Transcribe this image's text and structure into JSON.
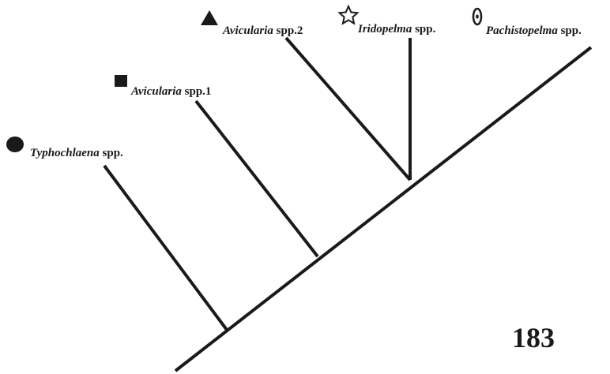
{
  "taxa": [
    {
      "genus": "Typhochlaena",
      "suffix": "spp.",
      "symbol": "filled-circle",
      "symbol_icon": "filled-circle-icon"
    },
    {
      "genus": "Avicularia",
      "suffix": "spp.1",
      "symbol": "filled-square",
      "symbol_icon": "filled-square-icon"
    },
    {
      "genus": "Avicularia",
      "suffix": "spp.2",
      "symbol": "filled-triangle",
      "symbol_icon": "filled-triangle-icon"
    },
    {
      "genus": "Iridopelma",
      "suffix": "spp.",
      "symbol": "open-star",
      "symbol_icon": "open-star-icon"
    },
    {
      "genus": "Pachistopelma",
      "suffix": "spp.",
      "symbol": "dotted-ellipse",
      "symbol_icon": "dotted-ellipse-icon"
    }
  ],
  "figure_number": "183",
  "colors": {
    "ink": "#1a1a1a",
    "background": "#ffffff"
  }
}
